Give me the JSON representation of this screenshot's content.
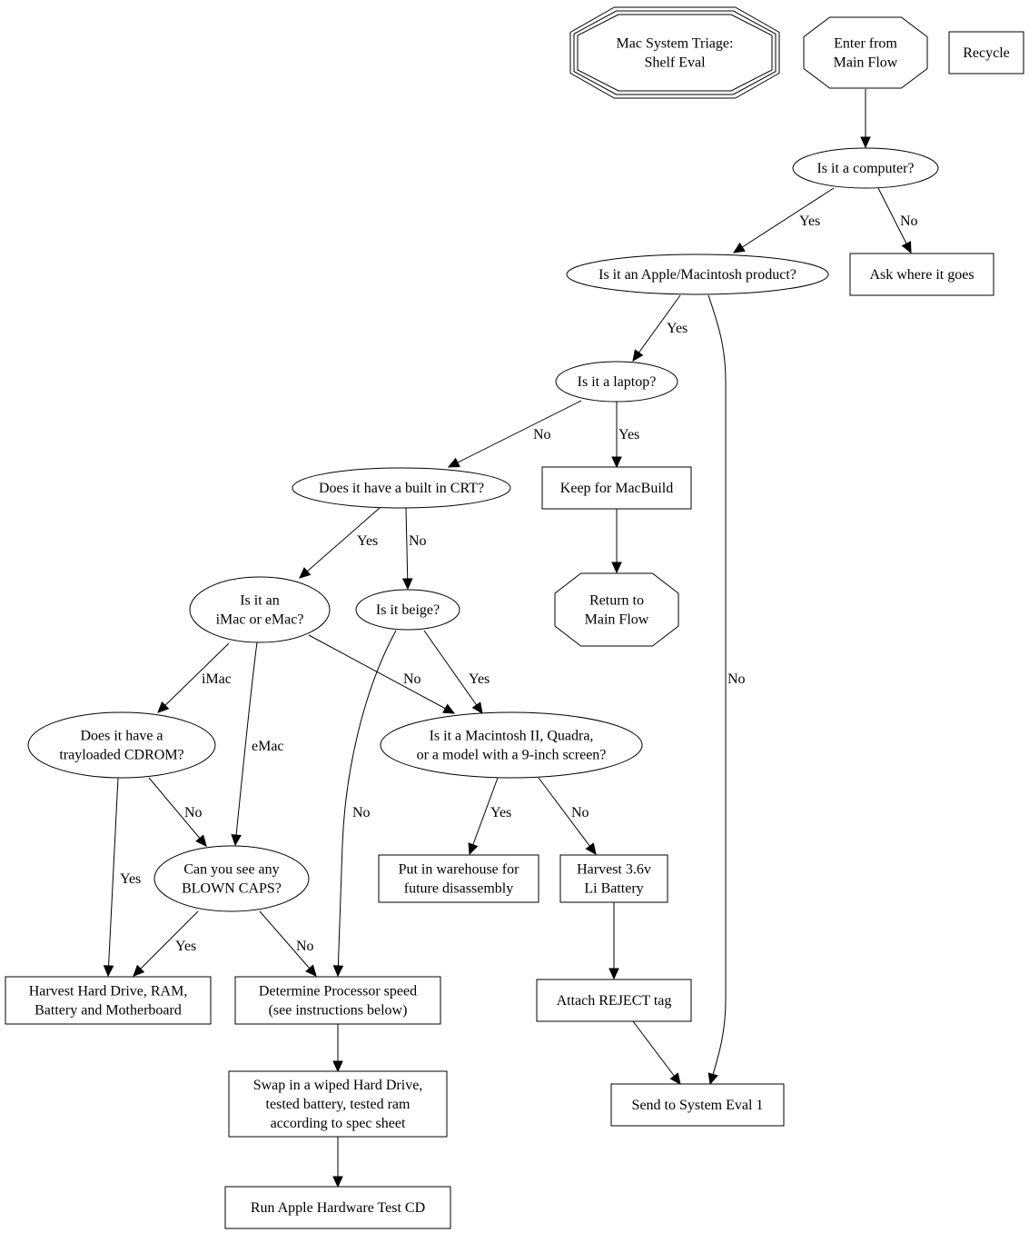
{
  "title": "Mac System Triage: Shelf Eval",
  "nodes": {
    "title": {
      "shape": "tripleoctagon",
      "lines": [
        "Mac System Triage:",
        "Shelf Eval"
      ]
    },
    "enter": {
      "shape": "octagon",
      "lines": [
        "Enter from",
        "Main Flow"
      ]
    },
    "recycle": {
      "shape": "box",
      "lines": [
        "Recycle"
      ]
    },
    "is_computer": {
      "shape": "ellipse",
      "lines": [
        "Is it a computer?"
      ]
    },
    "is_apple": {
      "shape": "ellipse",
      "lines": [
        "Is it an Apple/Macintosh product?"
      ]
    },
    "ask_where": {
      "shape": "box",
      "lines": [
        "Ask where it goes"
      ]
    },
    "is_laptop": {
      "shape": "ellipse",
      "lines": [
        "Is it a laptop?"
      ]
    },
    "builtin_crt": {
      "shape": "ellipse",
      "lines": [
        "Does it have a built in CRT?"
      ]
    },
    "keep_macbuild": {
      "shape": "box",
      "lines": [
        "Keep for MacBuild"
      ]
    },
    "imac_emac": {
      "shape": "ellipse",
      "lines": [
        "Is it an",
        "iMac or eMac?"
      ]
    },
    "is_beige": {
      "shape": "ellipse",
      "lines": [
        "Is it beige?"
      ]
    },
    "return_main": {
      "shape": "octagon",
      "lines": [
        "Return to",
        "Main Flow"
      ]
    },
    "trayloaded": {
      "shape": "ellipse",
      "lines": [
        "Does it have a",
        "trayloaded CDROM?"
      ]
    },
    "mac_ii": {
      "shape": "ellipse",
      "lines": [
        "Is it a Macintosh II, Quadra,",
        "or a model with a 9-inch screen?"
      ]
    },
    "blown_caps": {
      "shape": "ellipse",
      "lines": [
        "Can you see any",
        "BLOWN CAPS?"
      ]
    },
    "warehouse": {
      "shape": "box",
      "lines": [
        "Put in warehouse for",
        "future disassembly"
      ]
    },
    "harvest_battery": {
      "shape": "box",
      "lines": [
        "Harvest 3.6v",
        "Li Battery"
      ]
    },
    "harvest_hd": {
      "shape": "box",
      "lines": [
        "Harvest Hard Drive, RAM,",
        "Battery and Motherboard"
      ]
    },
    "determine_speed": {
      "shape": "box",
      "lines": [
        "Determine Processor speed",
        "(see instructions below)"
      ]
    },
    "reject_tag": {
      "shape": "box",
      "lines": [
        "Attach REJECT tag"
      ]
    },
    "swap_in": {
      "shape": "box",
      "lines": [
        "Swap in a wiped Hard Drive,",
        "tested battery, tested ram",
        "according to spec sheet"
      ]
    },
    "send_eval1": {
      "shape": "box",
      "lines": [
        "Send to System Eval 1"
      ]
    },
    "run_aht": {
      "shape": "box",
      "lines": [
        "Run Apple Hardware Test CD"
      ]
    }
  },
  "edges": [
    {
      "from": "enter",
      "to": "is_computer",
      "label": ""
    },
    {
      "from": "is_computer",
      "to": "is_apple",
      "label": "Yes"
    },
    {
      "from": "is_computer",
      "to": "ask_where",
      "label": "No"
    },
    {
      "from": "is_apple",
      "to": "is_laptop",
      "label": "Yes"
    },
    {
      "from": "is_apple",
      "to": "send_eval1",
      "label": "No"
    },
    {
      "from": "is_laptop",
      "to": "builtin_crt",
      "label": "No"
    },
    {
      "from": "is_laptop",
      "to": "keep_macbuild",
      "label": "Yes"
    },
    {
      "from": "keep_macbuild",
      "to": "return_main",
      "label": ""
    },
    {
      "from": "builtin_crt",
      "to": "imac_emac",
      "label": "Yes"
    },
    {
      "from": "builtin_crt",
      "to": "is_beige",
      "label": "No"
    },
    {
      "from": "imac_emac",
      "to": "trayloaded",
      "label": "iMac"
    },
    {
      "from": "imac_emac",
      "to": "blown_caps",
      "label": "eMac"
    },
    {
      "from": "imac_emac",
      "to": "mac_ii",
      "label": "No"
    },
    {
      "from": "is_beige",
      "to": "mac_ii",
      "label": "Yes"
    },
    {
      "from": "is_beige",
      "to": "determine_speed",
      "label": "No"
    },
    {
      "from": "trayloaded",
      "to": "blown_caps",
      "label": "No"
    },
    {
      "from": "trayloaded",
      "to": "harvest_hd",
      "label": "Yes"
    },
    {
      "from": "blown_caps",
      "to": "harvest_hd",
      "label": "Yes"
    },
    {
      "from": "blown_caps",
      "to": "determine_speed",
      "label": "No"
    },
    {
      "from": "mac_ii",
      "to": "warehouse",
      "label": "Yes"
    },
    {
      "from": "mac_ii",
      "to": "harvest_battery",
      "label": "No"
    },
    {
      "from": "harvest_battery",
      "to": "reject_tag",
      "label": ""
    },
    {
      "from": "reject_tag",
      "to": "send_eval1",
      "label": ""
    },
    {
      "from": "determine_speed",
      "to": "swap_in",
      "label": ""
    },
    {
      "from": "swap_in",
      "to": "run_aht",
      "label": ""
    }
  ]
}
